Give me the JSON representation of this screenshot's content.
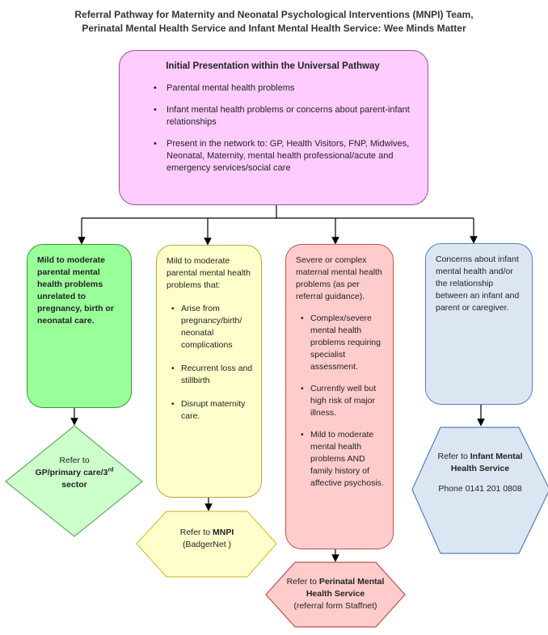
{
  "title_line1": "Referral Pathway for Maternity and Neonatal Psychological Interventions (MNPI) Team,",
  "title_line2": "Perinatal Mental Health Service and Infant Mental Health Service: Wee Minds Matter",
  "initial": {
    "heading": "Initial Presentation within the Universal Pathway",
    "items": [
      "Parental mental health problems",
      "Infant mental health problems or concerns about parent-infant relationships",
      "Present in the network to: GP, Health Visitors, FNP, Midwives, Neonatal, Maternity, mental health professional/acute and emergency services/social care"
    ]
  },
  "mild": {
    "text": "Mild to moderate parental mental health problems unrelated to pregnancy, birth or neonatal care.",
    "refer_prefix": "Refer to",
    "refer_target_a": "GP/primary care/3",
    "refer_sup": "rd",
    "refer_target_b": " sector"
  },
  "mnpi": {
    "text": "Mild to moderate parental mental health problems that:",
    "items": [
      "Arise from pregnancy/birth/ neonatal complications",
      "Recurrent loss and stillbirth",
      "Disrupt maternity care."
    ],
    "refer_prefix": "Refer to ",
    "refer_target": "MNPI",
    "refer_note": "(BadgerNet )"
  },
  "severe": {
    "text": "Severe or complex maternal mental health problems (as per referral guidance).",
    "items": [
      "Complex/severe mental health problems requiring specialist assessment.",
      "Currently well but high risk of major illness.",
      "Mild to moderate mental health problems AND family history of affective psychosis."
    ],
    "refer_prefix": "Refer to ",
    "refer_target": "Perinatal Mental Health Service",
    "refer_note": "(referral form Staffnet)"
  },
  "infant": {
    "text": "Concerns about infant mental health and/or the relationship between an infant and parent or caregiver.",
    "refer_prefix": "Refer to ",
    "refer_target": "Infant Mental Health Service",
    "phone": "Phone 0141 201 0808"
  },
  "colors": {
    "initial_fill": "#ffccff",
    "mild_fill": "#99ff99",
    "mnpi_fill": "#ffffcc",
    "severe_fill": "#ffcccc",
    "infant_fill": "#dce6f2"
  }
}
